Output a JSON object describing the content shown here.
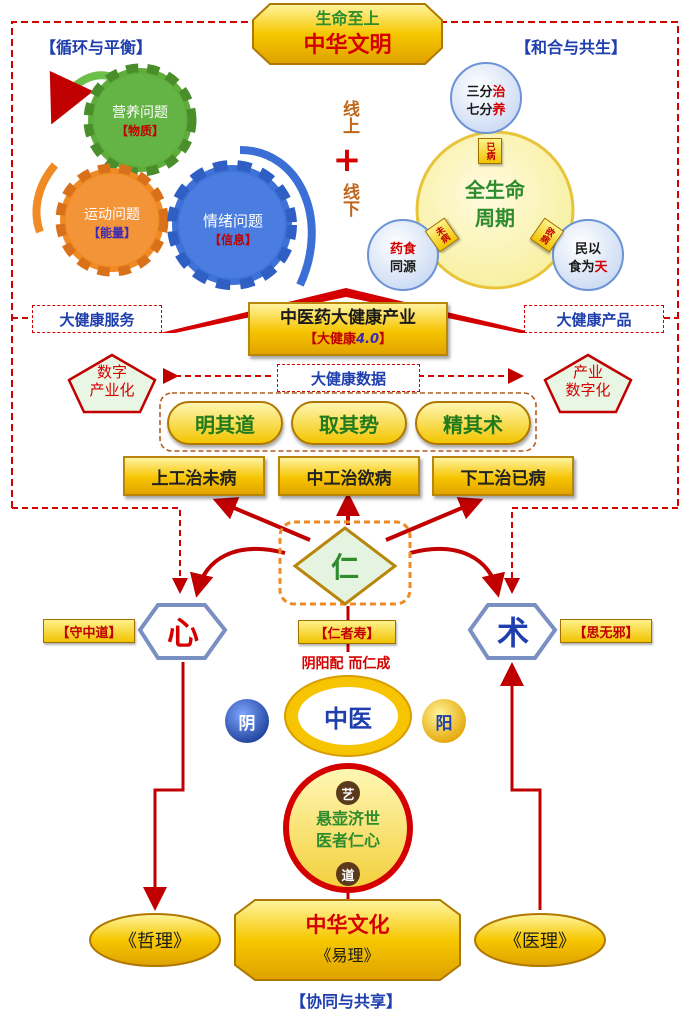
{
  "top": {
    "subtitle": "生命至上",
    "title": "中华文明"
  },
  "corners": {
    "left": "【循环与平衡】",
    "right": "【和合与共生】",
    "bottom": "【协同与共享】"
  },
  "gears": {
    "nutrition": {
      "title": "营养问题",
      "tag": "【物质】"
    },
    "exercise": {
      "title": "运动问题",
      "tag": "【能量】"
    },
    "emotion": {
      "title": "情绪问题",
      "tag": "【信息】"
    }
  },
  "online": {
    "top": "线上",
    "plus": "+",
    "bottom": "线下"
  },
  "lifecycle": {
    "center_1": "全生命",
    "center_2": "周期",
    "top_1a": "三分",
    "top_1b": "治",
    "top_2a": "七分",
    "top_2b": "养",
    "left_1": "药食",
    "left_2": "同源",
    "right_1": "民以",
    "right_2a": "食为",
    "right_2b": "天",
    "tag_top": "已病",
    "tag_left": "未病",
    "tag_right": "欲病"
  },
  "industry": {
    "title": "中医药大健康产业",
    "sub_pre": "【大健康",
    "sub_ver": "4.0",
    "sub_post": "】"
  },
  "services": {
    "left": "大健康服务",
    "right": "大健康产品",
    "data": "大健康数据"
  },
  "pentagons": {
    "left_1": "数字",
    "left_2": "产业化",
    "right_1": "产业",
    "right_2": "数字化"
  },
  "pills": [
    "明其道",
    "取其势",
    "精其术"
  ],
  "boxes": [
    "上工治未病",
    "中工治欲病",
    "下工治已病"
  ],
  "ren": {
    "char": "仁",
    "tag": "【仁者寿】"
  },
  "xin": {
    "char": "心",
    "tag": "【守中道】"
  },
  "shu": {
    "char": "术",
    "tag": "【思无邪】"
  },
  "yinyang_text": "阴阳配 而仁成",
  "zhongyi": {
    "center": "中医",
    "yin": "阴",
    "yang": "阳"
  },
  "yi_circle": {
    "top": "艺",
    "line1": "悬壶济世",
    "line2": "医者仁心",
    "bottom": "道"
  },
  "culture": {
    "title": "中华文化",
    "sub": "《易理》"
  },
  "bottom_ovals": {
    "left": "《哲理》",
    "right": "《医理》"
  },
  "colors": {
    "red": "#d40000",
    "gold": "#f3c400",
    "blue": "#1f3fae",
    "green": "#2e8b2e",
    "orange": "#f08a24"
  },
  "icons": [
    "gear-icon",
    "plus-icon",
    "yin-circle-icon",
    "yang-circle-icon",
    "arrow-icon"
  ]
}
